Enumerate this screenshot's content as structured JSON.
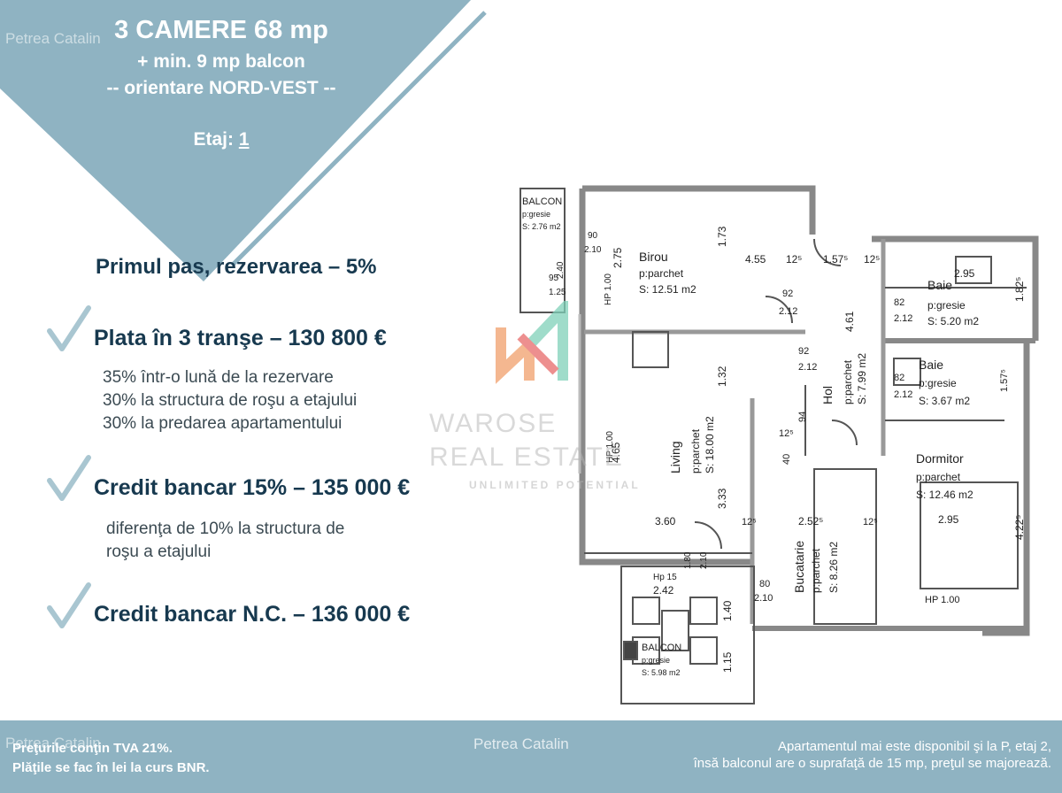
{
  "header": {
    "title": "3 CAMERE 68 mp",
    "subtitle1": "+ min. 9 mp balcon",
    "subtitle2": "-- orientare NORD-VEST --",
    "floor_label": "Etaj:",
    "floor_value": "1"
  },
  "watermark": {
    "name": "Petrea Catalin"
  },
  "first_step": "Primul pas, rezervarea – 5%",
  "options": [
    {
      "title": "Plata în 3 tranşe – 130 800 €",
      "lines": [
        "35% într-o lună de la rezervare",
        "30% la structura de roşu a etajului",
        "30% la predarea apartamentului"
      ]
    },
    {
      "title": "Credit bancar 15% – 135 000 €",
      "lines": [
        "diferenţa de 10% la structura de",
        "roşu a etajului"
      ]
    },
    {
      "title": "Credit bancar N.C. – 136 000 €",
      "lines": []
    }
  ],
  "brand": {
    "line1": "WAROSE",
    "line2": "REAL ESTATE",
    "line3": "UNLIMITED POTENTIAL"
  },
  "footer": {
    "left1": "Preţurile conţin TVA 21%.",
    "left2": "Plăţile se fac în lei la curs BNR.",
    "right1": "Apartamentul mai este disponibil şi la P, etaj 2,",
    "right2": "însă balconul are o suprafaţă de 15 mp, preţul se majorează."
  },
  "plan": {
    "rooms": [
      {
        "name": "BALCON",
        "floor": "p:gresie",
        "area": "S: 2.76 m2"
      },
      {
        "name": "Birou",
        "floor": "p:parchet",
        "area": "S: 12.51 m2"
      },
      {
        "name": "Baie",
        "floor": "p:gresie",
        "area": "S: 5.20 m2"
      },
      {
        "name": "Baie",
        "floor": "p:gresie",
        "area": "S: 3.67 m2"
      },
      {
        "name": "Hol",
        "floor": "p:parchet",
        "area": "S: 7.99 m2"
      },
      {
        "name": "Living",
        "floor": "p:parchet",
        "area": "S: 18.00 m2"
      },
      {
        "name": "Dormitor",
        "floor": "p:parchet",
        "area": "S: 12.46 m2"
      },
      {
        "name": "Bucatarie",
        "floor": "p:parchet",
        "area": "S: 8.26 m2"
      },
      {
        "name": "BALCON",
        "floor": "p:gresie",
        "area": "S: 5.98 m2"
      }
    ],
    "dims": {
      "d_2_75": "2.75",
      "d_1_73": "1.73",
      "d_4_55": "4.55",
      "d_1_57": "1.57⁵",
      "d_12a": "12⁵",
      "d_12b": "12⁵",
      "d_2_95a": "2.95",
      "d_1_82": "1.82⁵",
      "d_92a": "92",
      "d_2_12a": "2.12",
      "d_4_61": "4.61",
      "d_92b": "92",
      "d_2_12b": "2.12",
      "d_82a": "82",
      "d_2_12c": "2.12",
      "d_82b": "82",
      "d_2_12d": "2.12",
      "d_1_57b": "1.57⁵",
      "d_1_32": "1.32",
      "d_4_65": "4.65",
      "d_3_33": "3.33",
      "d_3_60": "3.60",
      "d_2_52": "2.52⁵",
      "d_2_95b": "2.95",
      "d_4_22": "4.22⁵",
      "d_2_42": "2.42",
      "d_1_40": "1.40",
      "d_1_15": "1.15",
      "d_hp100a": "HP 1.00",
      "d_hp100b": "HP 1.00",
      "d_hp100c": "HP 1.00",
      "d_hp15": "Hp 15",
      "d_1_80": "1.80",
      "d_2_10": "2.10",
      "d_80": "80",
      "d_2_10b": "2.10",
      "d_95": "95",
      "d_1_25": "1.25",
      "d_2_40": "2.40",
      "d_90": "90",
      "d_2_10c": "2.10",
      "d_94": "94",
      "d_40": "40",
      "d_12c": "12⁵",
      "d_12d": "12⁵",
      "d_12e": "12⁵"
    }
  }
}
